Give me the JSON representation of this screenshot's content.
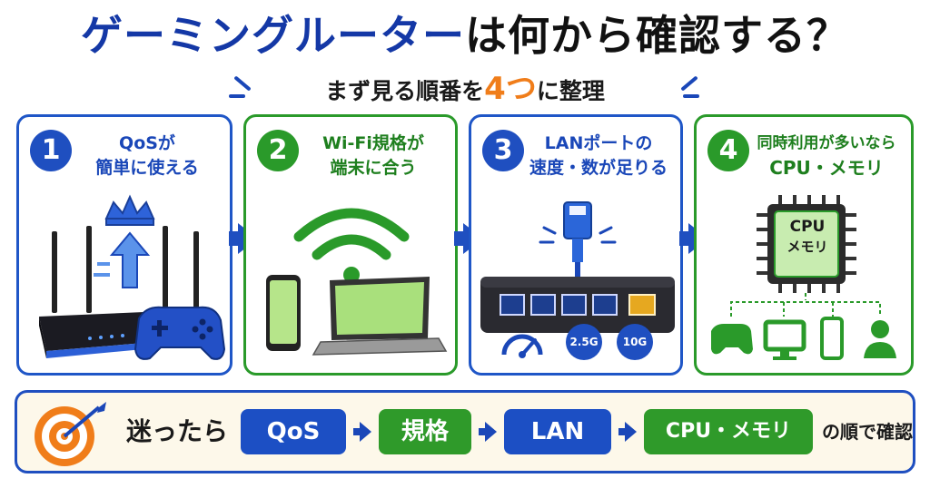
{
  "header": {
    "title_main": "ゲーミングルーター",
    "title_rest": "は何から確認する？",
    "subtitle_pre": "まず見る順番を",
    "subtitle_num": "4つ",
    "subtitle_post": "に整理"
  },
  "cards": [
    {
      "number": "1",
      "title_line1": "QoSが",
      "title_line2": "簡単に使える"
    },
    {
      "number": "2",
      "title_line1": "Wi-Fi規格が",
      "title_line2": "端末に合う"
    },
    {
      "number": "3",
      "title_line1": "LANポートの",
      "title_line2": "速度・数が足りる",
      "badge_a": "2.5G",
      "badge_b": "10G"
    },
    {
      "number": "4",
      "title_line1": "同時利用が多いなら",
      "title_line2": "CPU・メモリ",
      "chip_line1": "CPU",
      "chip_line2": "メモリ"
    }
  ],
  "footer": {
    "lead": "迷ったら",
    "steps": [
      "QoS",
      "規格",
      "LAN",
      "CPU・メモリ"
    ],
    "tail": "の順で確認"
  },
  "colors": {
    "blue": "#1f4fc0",
    "green": "#2a9a2a",
    "orange": "#f07d1a",
    "cream": "#fdf8ea"
  }
}
